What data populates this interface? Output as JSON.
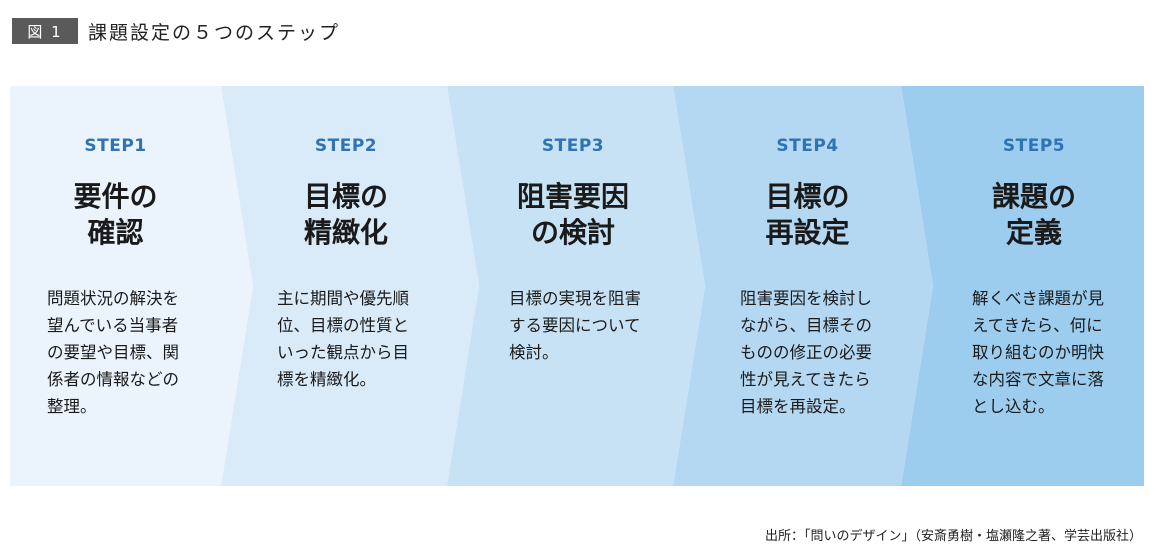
{
  "figure": {
    "badge": "図 1",
    "title": "課題設定の５つのステップ"
  },
  "colors": {
    "step1": "#ebf4fc",
    "step2": "#d9ebf9",
    "step3": "#c7e2f5",
    "step4": "#b4d8f2",
    "step5": "#9ccdee",
    "step_label": "#2f73b4",
    "badge_bg": "#5a5a5a"
  },
  "steps": [
    {
      "label": "STEP1",
      "title_lines": [
        "要件の",
        "確認"
      ],
      "description": "問題状況の解決を望んでいる当事者の要望や目標、関係者の情報などの整理。"
    },
    {
      "label": "STEP2",
      "title_lines": [
        "目標の",
        "精緻化"
      ],
      "description": "主に期間や優先順位、目標の性質といった観点から目標を精緻化。"
    },
    {
      "label": "STEP3",
      "title_lines": [
        "阻害要因",
        "の検討"
      ],
      "description": "目標の実現を阻害する要因について検討。"
    },
    {
      "label": "STEP4",
      "title_lines": [
        "目標の",
        "再設定"
      ],
      "description": "阻害要因を検討しながら、目標そのものの修正の必要性が見えてきたら目標を再設定。"
    },
    {
      "label": "STEP5",
      "title_lines": [
        "課題の",
        "定義"
      ],
      "description": "解くべき課題が見えてきたら、何に取り組むのか明快な内容で文章に落とし込む。"
    }
  ],
  "credit": "出所：「問いのデザイン」（安斎勇樹・塩瀬隆之著、学芸出版社）"
}
